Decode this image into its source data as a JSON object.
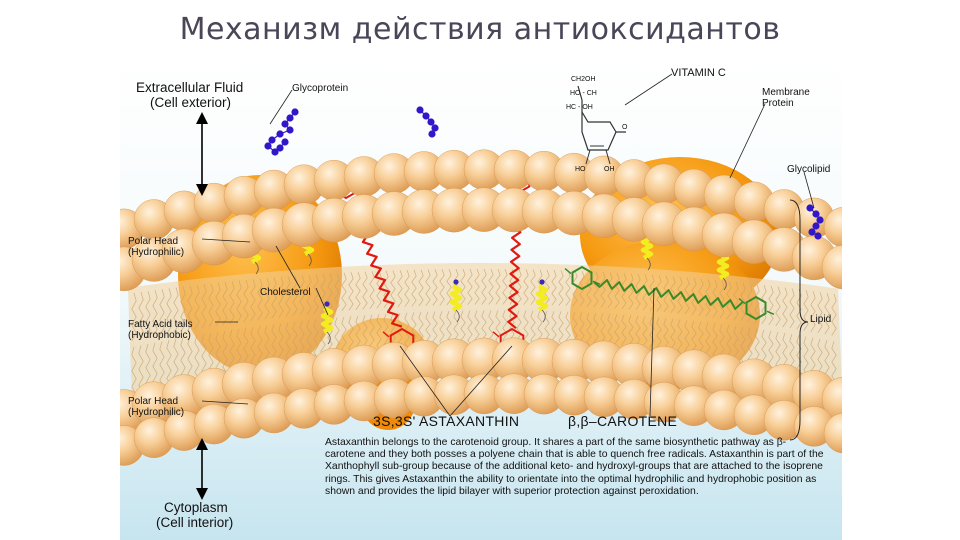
{
  "title": "Механизм действия антиоксидантов",
  "labels": {
    "extracellular_1": "Extracellular Fluid",
    "extracellular_2": "(Cell exterior)",
    "glycoprotein": "Glycoprotein",
    "vitamin_c": "VITAMIN C",
    "membrane_protein_1": "Membrane",
    "membrane_protein_2": "Protein",
    "glycolipid": "Glycolipid",
    "polar_head_top_1": "Polar Head",
    "polar_head_top_2": "(Hydrophilic)",
    "cholesterol": "Cholesterol",
    "fatty_acid_1": "Fatty Acid tails",
    "fatty_acid_2": "(Hydrophobic)",
    "lipid": "Lipid",
    "polar_head_bottom_1": "Polar Head",
    "polar_head_bottom_2": "(Hydrophilic)",
    "astaxanthin": "3S,3S' ASTAXANTHIN",
    "carotene": "β,β–CAROTENE",
    "cytoplasm_1": "Cytoplasm",
    "cytoplasm_2": "(Cell interior)"
  },
  "chem_labels": {
    "ch2oh": "CH2OH",
    "ho_ch": "HO - CH",
    "hc_oh": "HC - OH",
    "o": "O",
    "ho": "HO",
    "oh": "OH"
  },
  "description": "Astaxanthin belongs to the carotenoid group. It shares a part of the same biosynthetic pathway as β-carotene and they both posses a polyene chain that is able to quench free radicals. Astaxanthin is part of the Xanthophyll sub-group because of the additional keto- and hydroxyl-groups that are attached to the isoprene rings. This gives Astaxanthin the ability to orientate into the optimal hydrophilic and hydrophobic position as shown and provides the lipid bilayer with superior protection against peroxidation.",
  "colors": {
    "head": "#f6c68a",
    "protein": "#f0900e",
    "tails": "#c8a06a",
    "astaxanthin": "#e01a10",
    "carotene": "#3a8a2a",
    "cholesterol": "#f2ec20",
    "glyco": "#3018c8",
    "sky_top": "#ffffff",
    "sky_bottom": "#c9e6f0"
  }
}
